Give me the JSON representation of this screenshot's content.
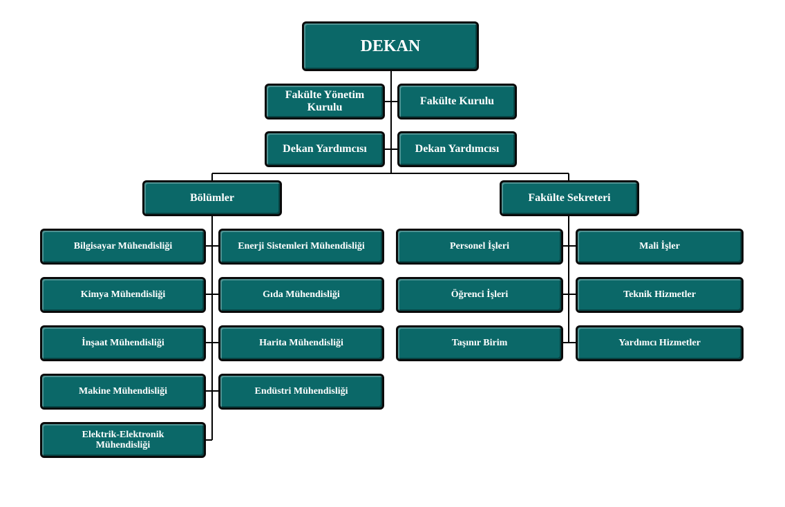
{
  "dekan": "DEKAN",
  "fakulte_yonetim_kurulu": "Fakülte Yönetim Kurulu",
  "fakulte_kurulu": "Fakülte Kurulu",
  "dekan_yardimcisi_1": "Dekan Yardımcısı",
  "dekan_yardimcisi_2": "Dekan Yardımcısı",
  "bolumler": {
    "title": "Bölümler",
    "left": [
      "Bilgisayar Mühendisliği",
      "Kimya Mühendisliği",
      "İnşaat Mühendisliği",
      "Makine Mühendisliği",
      "Elektrik-Elektronik Mühendisliği"
    ],
    "right": [
      "Enerji Sistemleri Mühendisliği",
      "Gıda Mühendisliği",
      "Harita Mühendisliği",
      "Endüstri Mühendisliği"
    ]
  },
  "fakulte_sekreteri": {
    "title": "Fakülte Sekreteri",
    "left": [
      "Personel İşleri",
      "Öğrenci İşleri",
      "Taşınır Birim"
    ],
    "right": [
      "Mali İşler",
      "Teknik Hizmetler",
      "Yardımcı Hizmetler"
    ]
  },
  "colors": {
    "box_fill": "#0b6868",
    "box_border": "#0a0a0a",
    "line": "#000000",
    "text": "#ffffff"
  }
}
